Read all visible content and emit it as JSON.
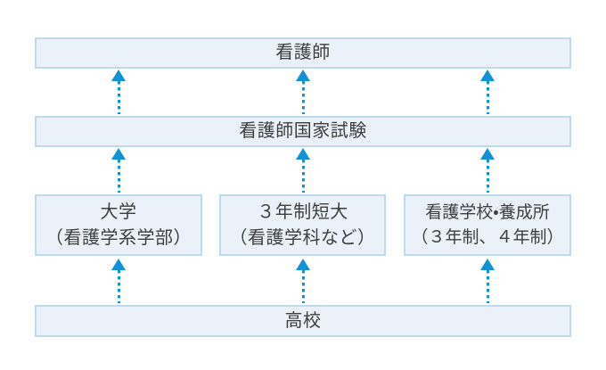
{
  "diagram": {
    "description_type": "flow-diagram",
    "nodes": {
      "nurse": {
        "label": "看護師"
      },
      "exam": {
        "label": "看護師国家試験"
      },
      "university": {
        "line1": "大学",
        "line2": "（看護学系学部）"
      },
      "junior_college": {
        "line1": "３年制短大",
        "line2": "（看護学科など）"
      },
      "nursing_school": {
        "line1": "看護学校・養成所",
        "line2": "（３年制、４年制）"
      },
      "highschool": {
        "label": "高校"
      }
    },
    "colors": {
      "arrow": "#0f93d6",
      "box_border": "#bcdcee",
      "box_fill": "#eaf1f8",
      "text": "#3f3f3f",
      "background": "#ffffff"
    }
  }
}
